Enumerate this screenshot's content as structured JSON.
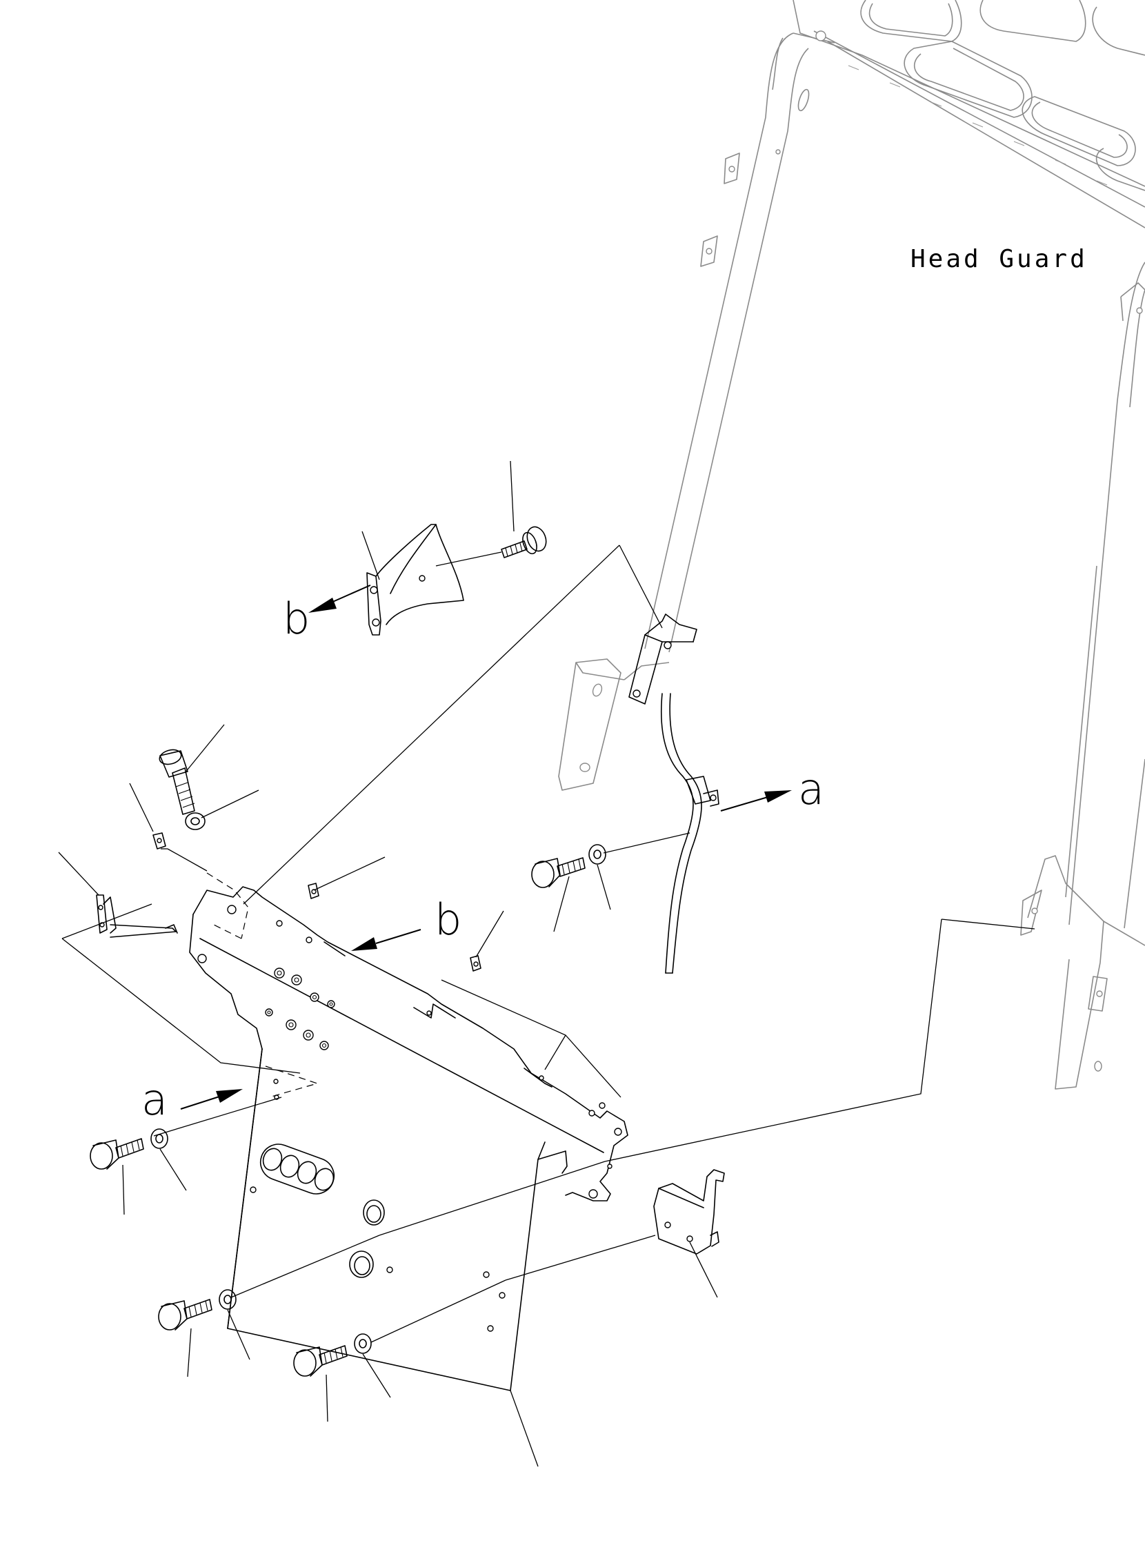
{
  "diagram": {
    "head_guard_label": "Head Guard",
    "callouts": {
      "a_left": "a",
      "a_right": "a",
      "b_top": "b",
      "b_center": "b"
    }
  }
}
